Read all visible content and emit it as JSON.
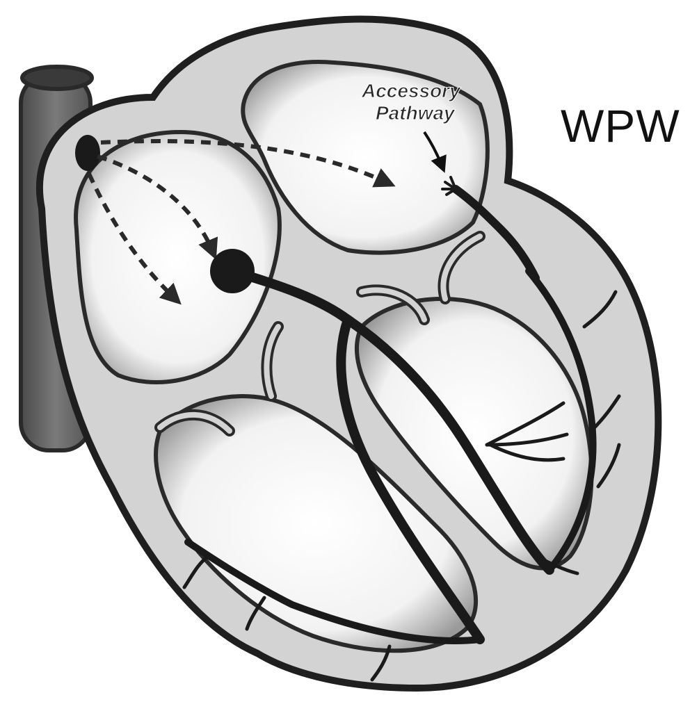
{
  "diagram": {
    "title": "WPW",
    "annotation": {
      "line1": "Accessory",
      "line2": "Pathway"
    },
    "colors": {
      "background": "#ffffff",
      "outline": "#2a2a2a",
      "wall": "#cfcfcf",
      "chamber": "#ffffff",
      "conduction": "#1a1a1a",
      "vessel": "#6b6b6b"
    }
  }
}
